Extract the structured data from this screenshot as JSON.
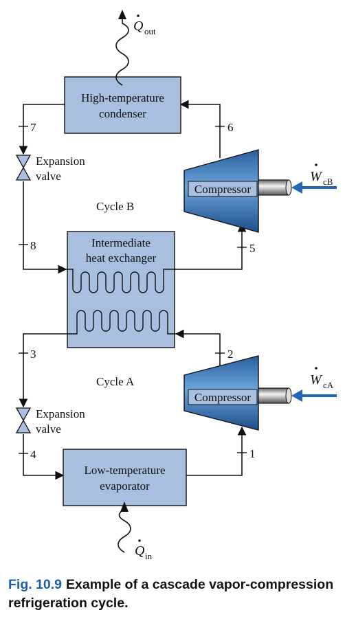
{
  "colors": {
    "box_fill": "#a9bfe0",
    "compressor_fill": "#3d7cc0",
    "arrow_blue": "#2468b3",
    "caption_accent": "#1a5fa8"
  },
  "condenser": {
    "line1": "High-temperature",
    "line2": "condenser"
  },
  "evaporator": {
    "line1": "Low-temperature",
    "line2": "evaporator"
  },
  "hx": {
    "line1": "Intermediate",
    "line2": "heat exchanger"
  },
  "compressor_top": {
    "label": "Compressor",
    "work_symbol": "W",
    "work_sub": "cB"
  },
  "compressor_bottom": {
    "label": "Compressor",
    "work_symbol": "W",
    "work_sub": "cA"
  },
  "valve_top": {
    "line1": "Expansion",
    "line2": "valve"
  },
  "valve_bottom": {
    "line1": "Expansion",
    "line2": "valve"
  },
  "q_out": {
    "symbol": "Q",
    "sub": "out"
  },
  "q_in": {
    "symbol": "Q",
    "sub": "in"
  },
  "cycle_b": "Cycle B",
  "cycle_a": "Cycle A",
  "states": {
    "s1": "1",
    "s2": "2",
    "s3": "3",
    "s4": "4",
    "s5": "5",
    "s6": "6",
    "s7": "7",
    "s8": "8"
  },
  "caption": {
    "number": "Fig. 10.9",
    "text": "Example of a cascade vapor-compression refrigeration cycle."
  }
}
